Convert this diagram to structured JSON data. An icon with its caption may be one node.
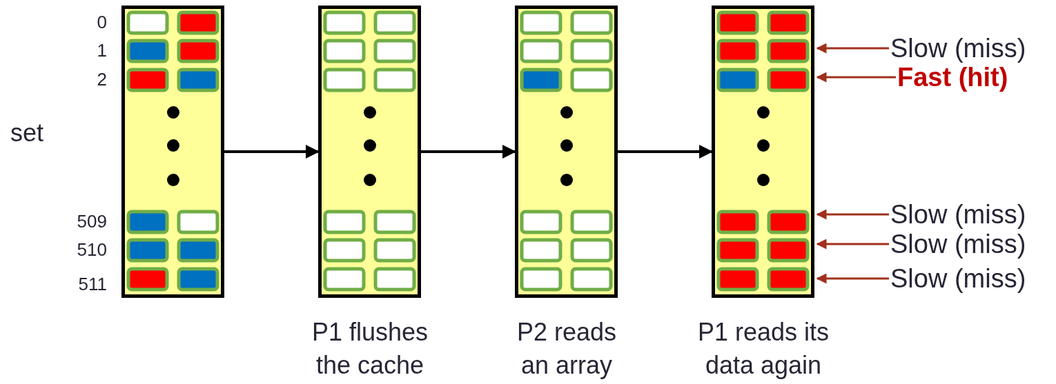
{
  "diagram": {
    "nodes": [
      {
        "text": [],
        "shape": "box"
      },
      {
        "text": [],
        "shape": "box",
        "beside": [
          "P1 flushes the cache"
        ]
      },
      {
        "text": [],
        "shape": "box",
        "beside": [
          "P2 reads an array"
        ]
      },
      {
        "text": [],
        "shape": "box",
        "beside": [
          "P1 reads its data again"
        ]
      },
      {
        "text": [
          "Slow (miss)"
        ]
      },
      {
        "text": [
          "Fast (hit)"
        ]
      },
      {
        "text": [
          "Slow (miss)"
        ]
      },
      {
        "text": [
          "Slow (miss)"
        ]
      },
      {
        "text": [
          "Slow (miss)"
        ]
      }
    ],
    "edges": [
      {
        "from": 0,
        "to": 1,
        "arrow": "to",
        "color": "#000000"
      },
      {
        "from": 1,
        "to": 2,
        "arrow": "to",
        "color": "#000000"
      },
      {
        "from": 2,
        "to": 3,
        "arrow": "to",
        "color": "#000000"
      },
      {
        "from": 4,
        "to": 3,
        "arrow": "to",
        "color": "#a0301c"
      },
      {
        "from": 5,
        "to": 3,
        "arrow": "to",
        "color": "#a0301c"
      },
      {
        "from": 6,
        "to": 3,
        "arrow": "to",
        "color": "#a0301c"
      },
      {
        "from": 7,
        "to": 3,
        "arrow": "to",
        "color": "#a0301c"
      },
      {
        "from": 8,
        "to": 3,
        "arrow": "to",
        "color": "#a0301c"
      }
    ],
    "labels": [
      "0",
      "1",
      "2",
      "set",
      "509",
      "510",
      "511"
    ]
  }
}
